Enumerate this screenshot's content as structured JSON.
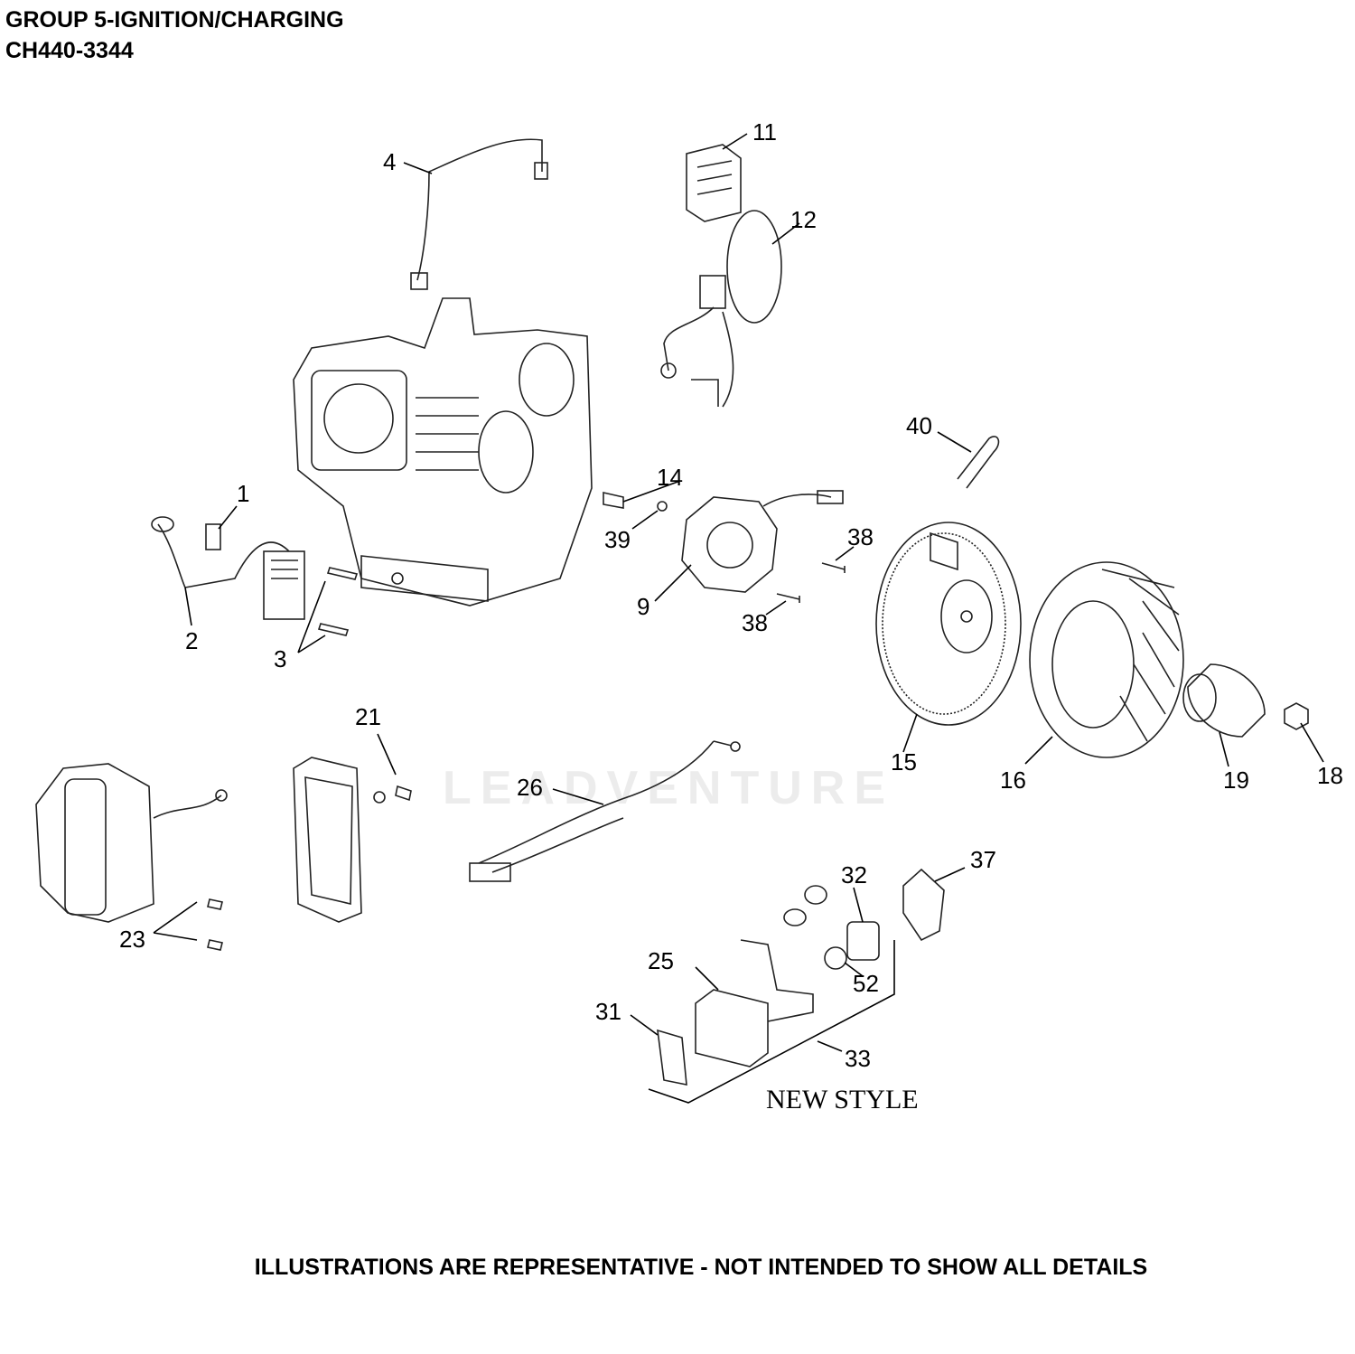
{
  "header": {
    "title": "GROUP 5-IGNITION/CHARGING",
    "model": "CH440-3344"
  },
  "footer": {
    "note": "ILLUSTRATIONS ARE REPRESENTATIVE - NOT INTENDED TO SHOW ALL DETAILS"
  },
  "diagram": {
    "new_style_label": "NEW STYLE",
    "watermark": "LEADVENTURE",
    "callouts": [
      "1",
      "2",
      "3",
      "4",
      "9",
      "11",
      "12",
      "14",
      "15",
      "16",
      "18",
      "19",
      "21",
      "23",
      "25",
      "26",
      "31",
      "32",
      "33",
      "37",
      "38",
      "38",
      "39",
      "40",
      "52"
    ]
  }
}
